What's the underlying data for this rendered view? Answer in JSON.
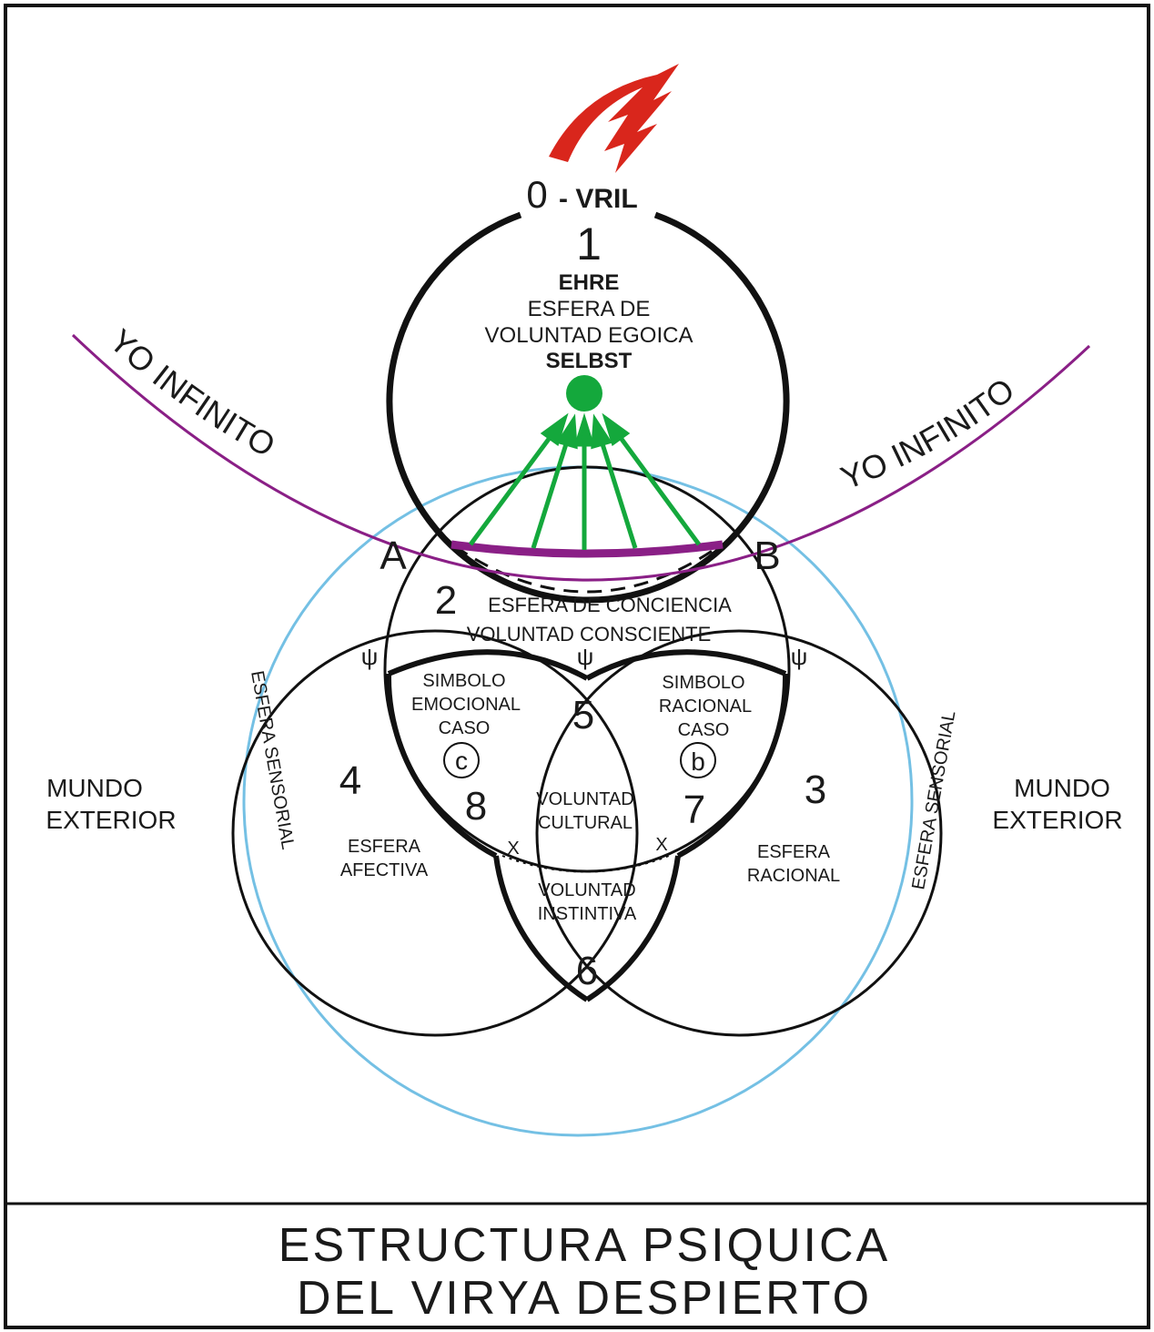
{
  "diagram": {
    "zero_label": "0",
    "vril_label": "- VRIL",
    "sphere_1": {
      "number": "1",
      "line1": "EHRE",
      "line2": "ESFERA DE",
      "line3": "VOLUNTAD EGOICA",
      "line4": "SELBST"
    },
    "yo_infinito_left": "YO INFINITO",
    "yo_infinito_right": "YO INFINITO",
    "point_a": "A",
    "point_b": "B",
    "sphere_2": {
      "number": "2",
      "line1": "ESFERA DE CONCIENCIA",
      "line2": "VOLUNTAD CONSCIENTE"
    },
    "psi_symbol": "ψ",
    "esfera_sensorial_left": "ESFERA SENSORIAL",
    "esfera_sensorial_right": "ESFERA SENSORIAL",
    "mundo_left": {
      "line1": "MUNDO",
      "line2": "EXTERIOR"
    },
    "mundo_right": {
      "line1": "MUNDO",
      "line2": "EXTERIOR"
    },
    "simbolo_emocional": {
      "line1": "SIMBOLO",
      "line2": "EMOCIONAL",
      "line3": "CASO",
      "case": "c"
    },
    "simbolo_racional": {
      "line1": "SIMBOLO",
      "line2": "RACIONAL",
      "line3": "CASO",
      "case": "b"
    },
    "sphere_3": {
      "number": "3",
      "line1": "ESFERA",
      "line2": "RACIONAL"
    },
    "sphere_4": {
      "number": "4",
      "line1": "ESFERA",
      "line2": "AFECTIVA"
    },
    "region_5": "5",
    "region_6": "6",
    "region_7": "7",
    "region_8": "8",
    "voluntad_cultural": {
      "line1": "VOLUNTAD",
      "line2": "CULTURAL"
    },
    "voluntad_instintiva": {
      "line1": "VOLUNTAD",
      "line2": "INSTINTIVA"
    },
    "x_mark": "X",
    "colors": {
      "vril_bolt": "#d9261c",
      "selbst_dot": "#14a83c",
      "arrows": "#14a83c",
      "yo_infinito_arc": "#8a1f86",
      "esfera_sensorial_circle": "#74c0e4",
      "lines": "#111111"
    }
  },
  "footer": {
    "title_line1": "ESTRUCTURA PSIQUICA",
    "title_line2": "DEL VIRYA DESPIERTO"
  }
}
